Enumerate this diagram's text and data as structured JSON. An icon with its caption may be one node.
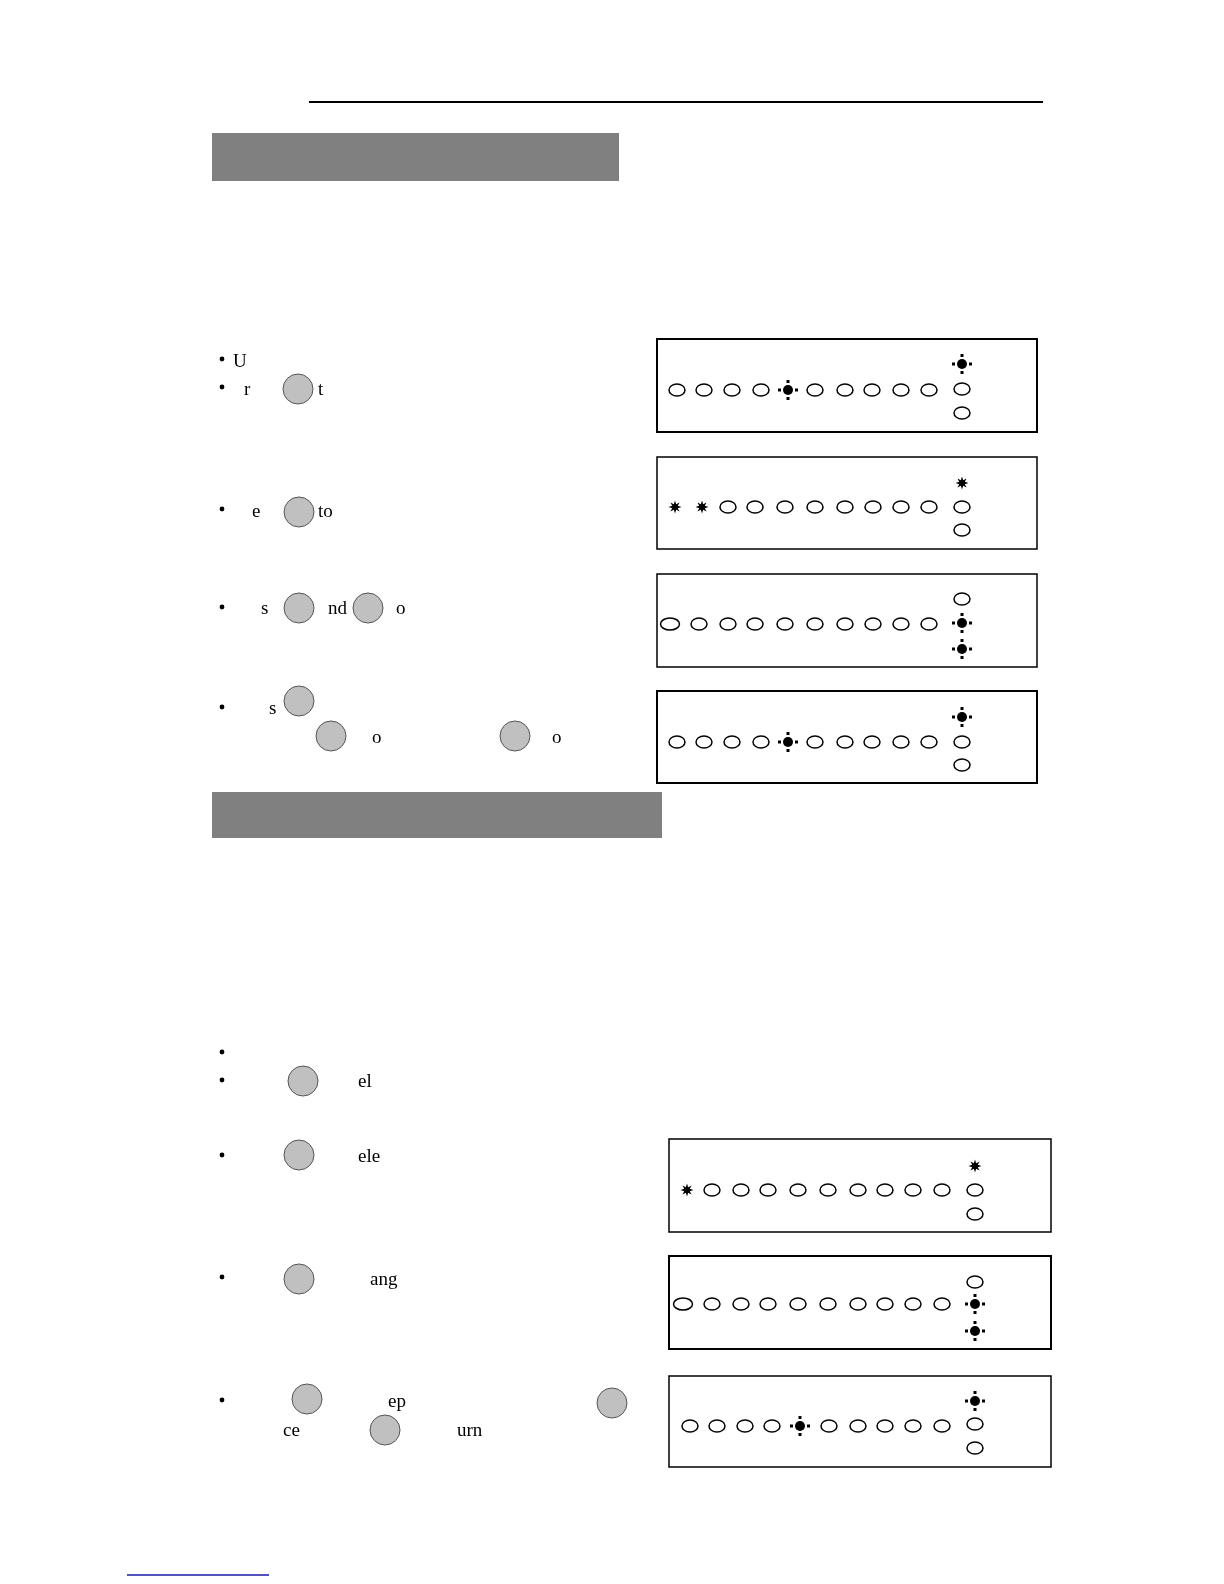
{
  "diagram": {
    "labels": [
      "U",
      "r",
      "t",
      "e",
      "to",
      "s",
      "nd",
      "o",
      "s",
      "o",
      "o",
      "el",
      "ele",
      "ang",
      "ep",
      "ce",
      "urn"
    ]
  }
}
